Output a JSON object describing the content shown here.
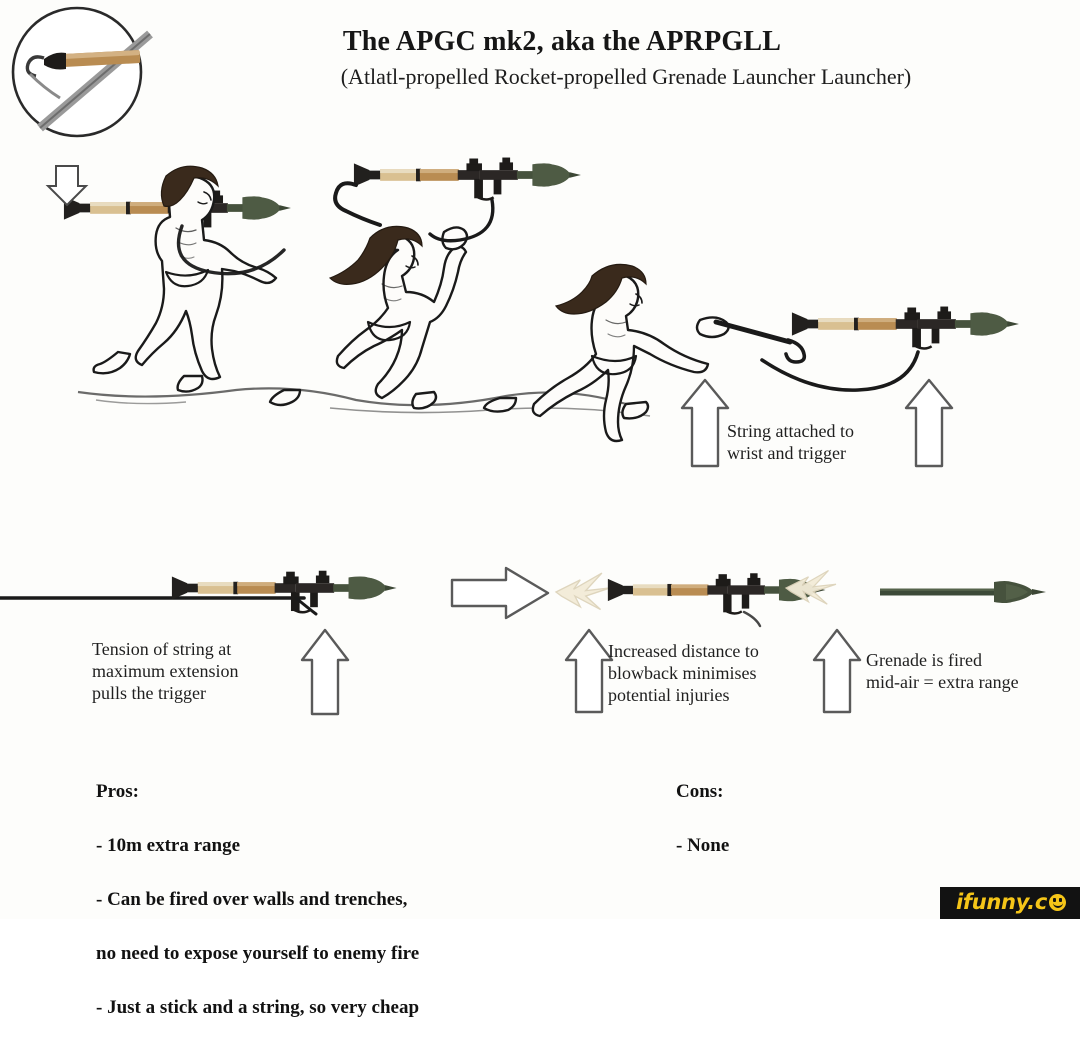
{
  "title": {
    "main": "The APGC mk2, aka the APRPGLL",
    "subtitle": "(Atlatl-propelled Rocket-propelled Grenade Launcher Launcher)"
  },
  "inset": {
    "name": "atlatl-spear-thrower-diagram"
  },
  "annotations": {
    "wrist": "String attached to\nwrist and trigger",
    "tension": "Tension of string at\nmaximum extension\npulls the trigger",
    "blowback": "Increased distance to\nblowback minimises\npotential injuries",
    "midair": "Grenade is fired\nmid-air = extra range"
  },
  "pros": {
    "heading": "Pros:",
    "items": [
      "- 10m extra range",
      "- Can be fired over walls and trenches,",
      "no need to expose yourself to enemy fire",
      "- Just a stick and a string, so very cheap"
    ]
  },
  "cons": {
    "heading": "Cons:",
    "items": [
      "- None"
    ]
  },
  "watermark": {
    "text": "ifunny.c",
    "smiley": "smiley-face-icon"
  },
  "colors": {
    "background": "#fdfdfb",
    "ink": "#1a1a1a",
    "wood": "#b98c52",
    "wood_light": "#d9c091",
    "metal": "#22201e",
    "warhead": "#46523d",
    "hair": "#3a2a1c",
    "watermark_bg": "#121212",
    "watermark_fg": "#f5c518"
  },
  "figures": [
    {
      "name": "caveman-carrying-launcher",
      "stage": "1"
    },
    {
      "name": "caveman-throwing-launcher",
      "stage": "2"
    },
    {
      "name": "caveman-follow-through",
      "stage": "3"
    },
    {
      "name": "launcher-in-flight",
      "stage": "4"
    },
    {
      "name": "launcher-at-full-extension",
      "stage": "5"
    },
    {
      "name": "launcher-firing-with-backblast",
      "stage": "6"
    },
    {
      "name": "grenade-in-flight",
      "stage": "7"
    }
  ]
}
